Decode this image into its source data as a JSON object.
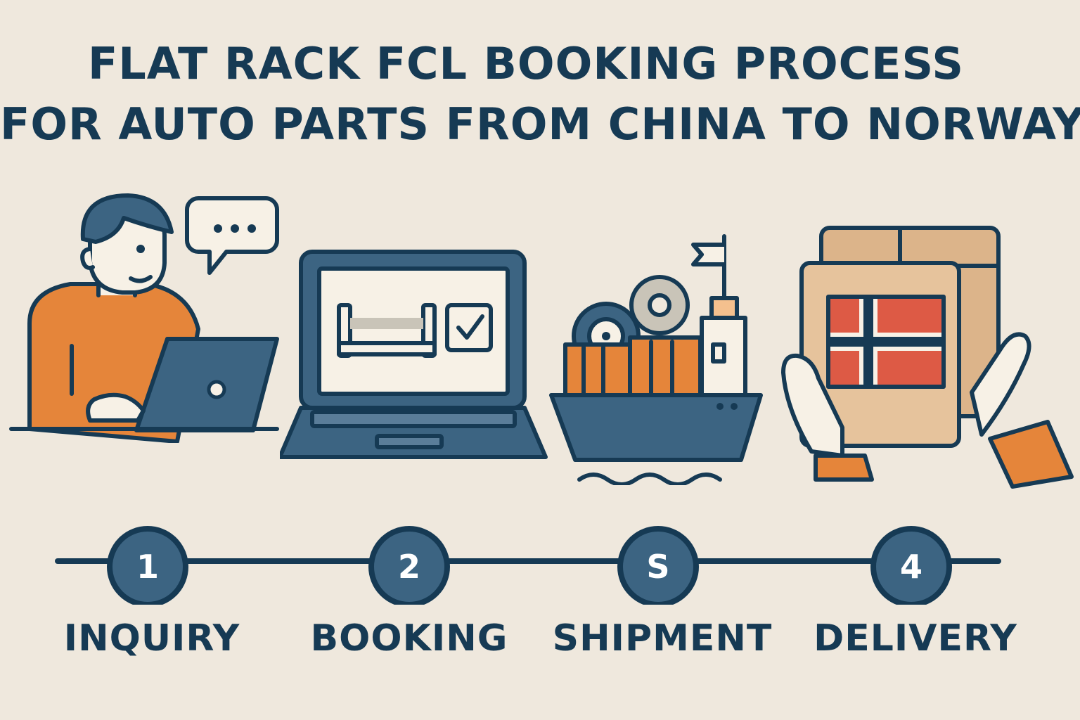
{
  "title": {
    "line1": "FLAT RACK FCL BOOKING PROCESS",
    "line2": "FOR AUTO PARTS FROM CHINA TO NORWAY"
  },
  "colors": {
    "background": "#efe8dd",
    "navy": "#163a54",
    "steel_blue": "#3c6482",
    "orange": "#e5853a",
    "cream": "#f7f1e6",
    "box_tan": "#dcb48a",
    "flag_red": "#dd5a45"
  },
  "steps": [
    {
      "number": "1",
      "label": "INQUIRY",
      "icon": "person-with-laptop-icon"
    },
    {
      "number": "2",
      "label": "BOOKING",
      "icon": "laptop-flat-rack-icon"
    },
    {
      "number": "S",
      "label": "SHIPMENT",
      "icon": "cargo-ship-icon"
    },
    {
      "number": "4",
      "label": "DELIVERY",
      "icon": "package-norway-flag-icon"
    }
  ]
}
